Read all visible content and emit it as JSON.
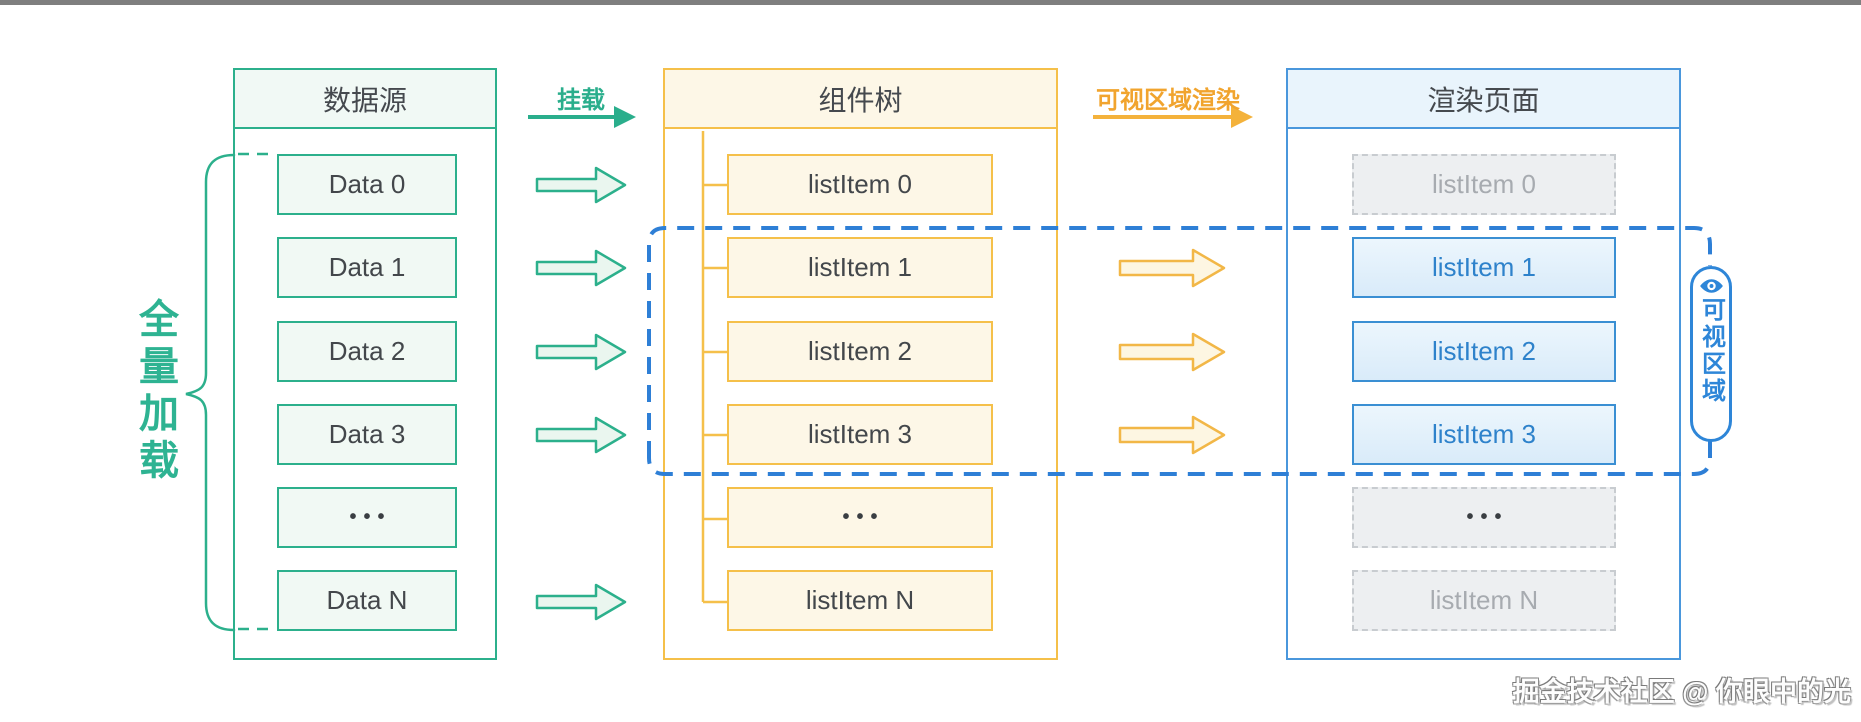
{
  "labels": {
    "full_load": "全量加载",
    "mount": "挂载",
    "viewport_render": "可视区域渲染",
    "viewport": "可视区域"
  },
  "columns": {
    "datasource": {
      "title": "数据源",
      "items": [
        "Data 0",
        "Data 1",
        "Data 2",
        "Data 3",
        "•••",
        "Data N"
      ]
    },
    "component_tree": {
      "title": "组件树",
      "items": [
        "listItem 0",
        "listItem 1",
        "listItem 2",
        "listItem 3",
        "•••",
        "listItem N"
      ]
    },
    "render_page": {
      "title": "渲染页面",
      "items": [
        "listItem 0",
        "listItem 1",
        "listItem 2",
        "listItem 3",
        "•••",
        "listItem N"
      ],
      "visible_rows": [
        "listItem 1",
        "listItem 2",
        "listItem 3"
      ],
      "inactive_rows": [
        "listItem 0",
        "•••",
        "listItem N"
      ]
    }
  },
  "watermark": {
    "text": "掘金技术社区 @ 你眼中的光"
  },
  "icons": {
    "viewport_icon": "eye-icon"
  },
  "colors": {
    "green_accent": "#2cb08c",
    "green_fill": "#f1f9f4",
    "yellow_accent": "#f5c04a",
    "yellow_fill": "#fdf7e7",
    "orange_label": "#f1a42e",
    "blue_accent": "#4a97dc",
    "blue_item_border": "#3a8fd3",
    "blue_item_text": "#2e82cb",
    "viewport_dash_blue": "#2e7fd6",
    "gray_fill": "#edeff1",
    "gray_dash_border": "#c8ccd0",
    "top_bar": "#7f7f7f"
  }
}
